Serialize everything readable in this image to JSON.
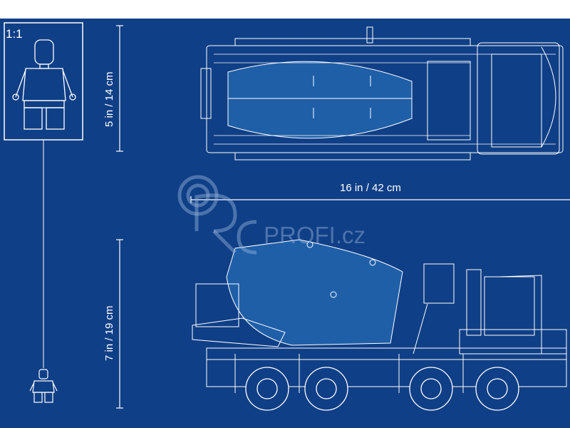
{
  "scale_label": "1:1",
  "dimensions": {
    "height_top": "5 in / 14 cm",
    "length": "16 in / 42 cm",
    "height_side": "7 in / 19 cm"
  },
  "watermark": {
    "text": "PROFI.cz"
  },
  "colors": {
    "background": "#0f3f86",
    "line": "#ffffff",
    "drum": "#1f5fa8"
  }
}
